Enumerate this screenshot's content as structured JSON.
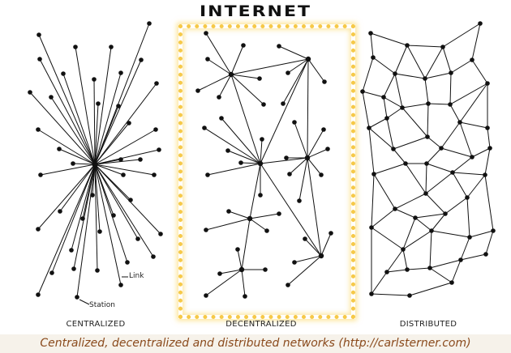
{
  "title": "INTERNET",
  "diagrams": {
    "centralized": {
      "label": "CENTRALIZED",
      "link_label": "Link",
      "station_label": "Station"
    },
    "decentralized": {
      "label": "DECENTRALIZED"
    },
    "distributed": {
      "label": "DISTRIBUTED"
    }
  },
  "caption": "Centralized, decentralized and distributed networks (http://carlsterner.com)",
  "colors": {
    "ink": "#111111",
    "frame_glow": "#f6c948",
    "caption_text": "#8a4a1c",
    "caption_bg": "#f6f2ea"
  }
}
